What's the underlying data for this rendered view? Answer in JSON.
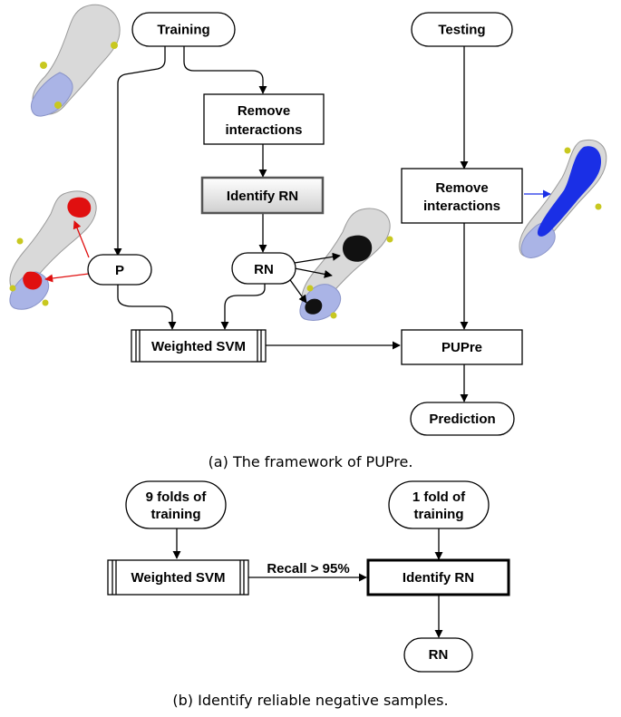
{
  "panel_a": {
    "training": "Training",
    "testing": "Testing",
    "remove_interactions_left": [
      "Remove",
      "interactions"
    ],
    "identify_rn": "Identify RN",
    "remove_interactions_right": [
      "Remove",
      "interactions"
    ],
    "p": "P",
    "rn": "RN",
    "weighted_svm": "Weighted SVM",
    "pupre": "PUPre",
    "prediction": "Prediction",
    "caption": "(a) The framework of PUPre."
  },
  "panel_b": {
    "nine_folds": [
      "9 folds of",
      "training"
    ],
    "one_fold": [
      "1 fold of",
      "training"
    ],
    "weighted_svm": "Weighted SVM",
    "recall_label": "Recall > 95%",
    "identify_rn": "Identify RN",
    "rn": "RN",
    "caption": "(b) Identify reliable negative samples."
  },
  "colors": {
    "protein_gray": "#d9d9d9",
    "protein_lavender": "#aab4e6",
    "protein_yellow": "#c8c820",
    "highlight_red": "#e01010",
    "highlight_blue": "#1a2fe6",
    "highlight_black": "#111111",
    "box_gradient_top": "#ffffff",
    "box_gradient_bottom": "#cfcfcf"
  }
}
